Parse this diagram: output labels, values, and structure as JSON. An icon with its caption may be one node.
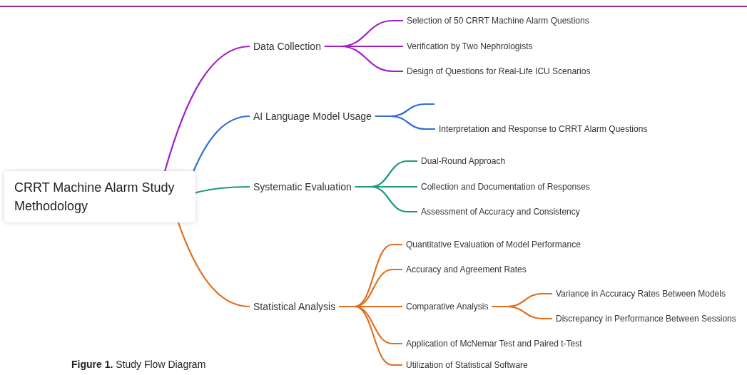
{
  "diagram": {
    "caption": "**Figure 1.** Study Flow Diagram",
    "nodes": [
      {
        "text": [
          "CRRT Machine Alarm Study Methodology"
        ]
      },
      {
        "text": [
          "Data Collection"
        ]
      },
      {
        "text": [
          "Selection of 50 CRRT Machine Alarm Questions"
        ]
      },
      {
        "text": [
          "Verification by Two Nephrologists"
        ]
      },
      {
        "text": [
          "Design of Questions for Real-Life ICU Scenarios"
        ]
      },
      {
        "text": [
          "AI Language Model Usage"
        ]
      },
      {
        "text": [
          "Interpretation and Response to CRRT Alarm Questions"
        ]
      },
      {
        "text": [
          "Systematic Evaluation"
        ]
      },
      {
        "text": [
          "Dual-Round Approach"
        ]
      },
      {
        "text": [
          "Collection and Documentation of Responses"
        ]
      },
      {
        "text": [
          "Assessment of Accuracy and Consistency"
        ]
      },
      {
        "text": [
          "Statistical Analysis"
        ]
      },
      {
        "text": [
          "Quantitative Evaluation of Model Performance"
        ]
      },
      {
        "text": [
          "Accuracy and Agreement Rates"
        ]
      },
      {
        "text": [
          "Comparative Analysis"
        ]
      },
      {
        "text": [
          "Variance in Accuracy Rates Between Models"
        ]
      },
      {
        "text": [
          "Discrepancy in Performance Between Sessions"
        ]
      },
      {
        "text": [
          "Application of McNemar Test and Paired t-Test"
        ]
      },
      {
        "text": [
          "Utilization of Statistical Software"
        ]
      }
    ],
    "edges": [
      {
        "from": 0,
        "to": 1,
        "arrow": "none",
        "color": "#a21fc4"
      },
      {
        "from": 1,
        "to": 2,
        "arrow": "none",
        "color": "#a21fc4"
      },
      {
        "from": 1,
        "to": 3,
        "arrow": "none",
        "color": "#a21fc4"
      },
      {
        "from": 1,
        "to": 4,
        "arrow": "none",
        "color": "#a21fc4"
      },
      {
        "from": 0,
        "to": 5,
        "arrow": "none",
        "color": "#2f6fd0"
      },
      {
        "from": 5,
        "to": null,
        "arrow": "none",
        "color": "#2f6fd0"
      },
      {
        "from": 5,
        "to": 6,
        "arrow": "none",
        "color": "#2f6fd0"
      },
      {
        "from": 0,
        "to": 7,
        "arrow": "none",
        "color": "#1b9a80"
      },
      {
        "from": 7,
        "to": 8,
        "arrow": "none",
        "color": "#1b9a80"
      },
      {
        "from": 7,
        "to": 9,
        "arrow": "none",
        "color": "#1b9a80"
      },
      {
        "from": 7,
        "to": 10,
        "arrow": "none",
        "color": "#1b9a80"
      },
      {
        "from": 0,
        "to": 11,
        "arrow": "none",
        "color": "#e0701f"
      },
      {
        "from": 11,
        "to": 12,
        "arrow": "none",
        "color": "#e0701f"
      },
      {
        "from": 11,
        "to": 13,
        "arrow": "none",
        "color": "#e0701f"
      },
      {
        "from": 11,
        "to": 14,
        "arrow": "none",
        "color": "#e0701f"
      },
      {
        "from": 14,
        "to": 15,
        "arrow": "none",
        "color": "#e0701f"
      },
      {
        "from": 14,
        "to": 16,
        "arrow": "none",
        "color": "#e0701f"
      },
      {
        "from": 11,
        "to": 17,
        "arrow": "none",
        "color": "#e0701f"
      },
      {
        "from": 11,
        "to": 18,
        "arrow": "none",
        "color": "#e0701f"
      }
    ]
  }
}
